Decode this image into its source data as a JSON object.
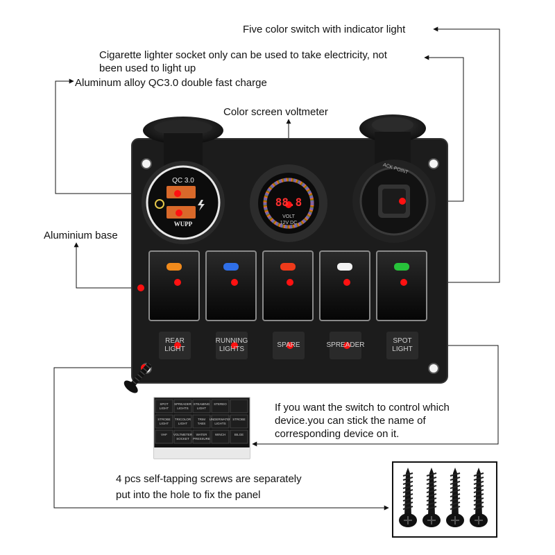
{
  "callouts": {
    "five_color_switch": "Five color switch with indicator light",
    "cigarette_socket_line1": "Cigarette lighter socket only can be used to take electricity, not",
    "cigarette_socket_line2": "been used to light up",
    "qc30_charger": "Aluminum alloy QC3.0 double fast charge",
    "voltmeter": "Color screen voltmeter",
    "aluminium_base": "Aluminium base",
    "stickers_note": "If you want the switch to control which device.you can stick the name of corresponding device on it.",
    "screws_note_line1": "4 pcs self-tapping screws are separately",
    "screws_note_line2": "put into the hole to fix the panel"
  },
  "usb_charger": {
    "top_text": "QC 3.0",
    "brand": "WUPP"
  },
  "voltmeter": {
    "reading": "88.8",
    "unit_line1": "VOLT",
    "unit_line2": "12V DC"
  },
  "socket": {
    "rim_text": "ACK POINT"
  },
  "switches": [
    {
      "indicator_color": "#f08a1c",
      "label_line1": "REAR",
      "label_line2": "LIGHT"
    },
    {
      "indicator_color": "#2f6fe8",
      "label_line1": "RUNNING",
      "label_line2": "LIGHTS"
    },
    {
      "indicator_color": "#ee3a1a",
      "label_line1": "SPARE",
      "label_line2": ""
    },
    {
      "indicator_color": "#f2f2f2",
      "label_line1": "SPREADER",
      "label_line2": ""
    },
    {
      "indicator_color": "#27c23a",
      "label_line1": "SPOT",
      "label_line2": "LIGHT"
    }
  ],
  "sticker_sheet": {
    "rows": [
      [
        "SPOT LIGHT",
        "SPREADER LIGHTS",
        "STEAMING LIGHT",
        "STEREO",
        ""
      ],
      [
        "STROBE LIGHT",
        "TRICOLOR LIGHT",
        "TRIM TABS",
        "UNDERWATER LIGHTS",
        "STROBE"
      ],
      [
        "VHF",
        "VOLTMETER SOCKET",
        "WATER PRESSURE",
        "WINCH",
        "BILGE"
      ]
    ]
  },
  "colors": {
    "panel": "#1c1c1c",
    "marker_dot": "#ff1111",
    "leader_line": "#111111"
  }
}
